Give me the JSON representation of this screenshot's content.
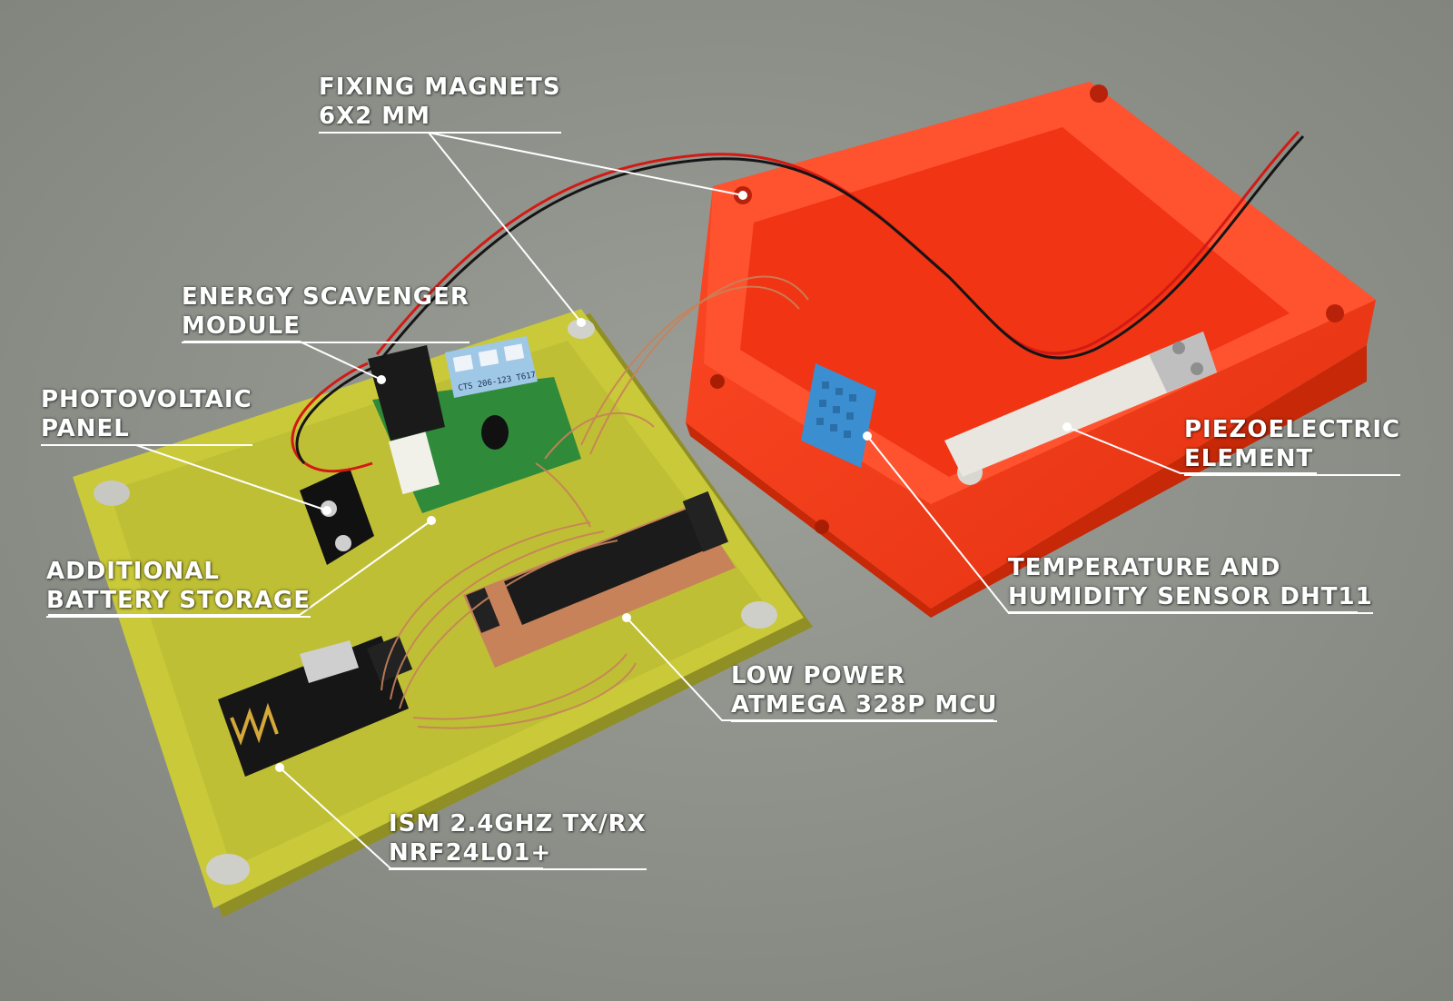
{
  "labels": {
    "fixing_magnets": {
      "line1": "FIXING MAGNETS",
      "line2": "6X2 MM"
    },
    "energy_scavenger": {
      "line1": "ENERGY SCAVENGER",
      "line2": "MODULE"
    },
    "photovoltaic": {
      "line1": "PHOTOVOLTAIC",
      "line2": "PANEL"
    },
    "battery": {
      "line1": "ADDITIONAL",
      "line2": "BATTERY STORAGE"
    },
    "piezo": {
      "line1": "PIEZOELECTRIC",
      "line2": "ELEMENT"
    },
    "sensor": {
      "line1": "TEMPERATURE AND",
      "line2": "HUMIDITY SENSOR DHT11"
    },
    "mcu": {
      "line1": "LOW POWER",
      "line2": "ATMEGA 328P MCU"
    },
    "radio": {
      "line1": "ISM 2.4GHZ TX/RX",
      "line2": "NRF24L01+"
    }
  },
  "board_chip_text": {
    "dip_switch": "CTS 206-123 T617"
  },
  "colors": {
    "floor": "#8e918a",
    "enclosure": "#ff3b1a",
    "base_board": "#c9c93a",
    "module_pcb": "#2f8a3a",
    "radio_pcb": "#161616",
    "mcu_chip": "#1b1b1b",
    "copper": "#c7825a",
    "sensor": "#3b8ecf",
    "label_text": "#ffffff"
  }
}
